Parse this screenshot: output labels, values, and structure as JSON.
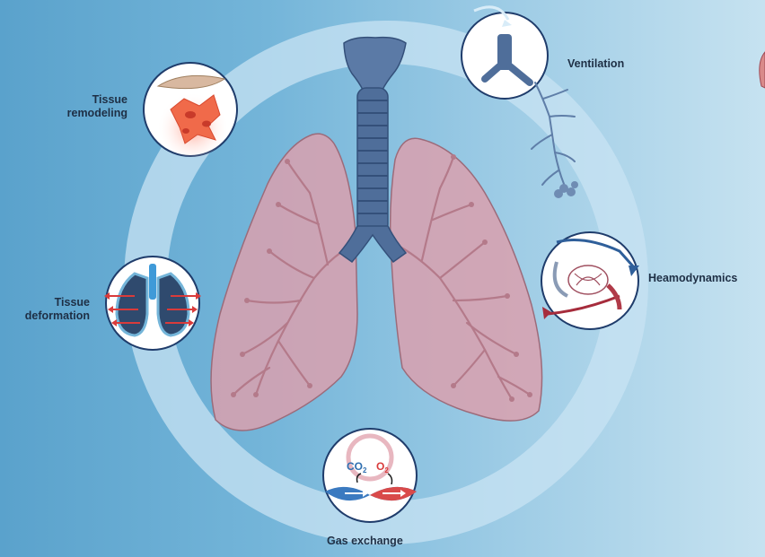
{
  "labels": {
    "ventilation": "Ventilation",
    "heamodynamics": "Heamodynamics",
    "gas_exchange": "Gas exchange",
    "tissue_deformation_1": "Tissue",
    "tissue_deformation_2": "deformation",
    "tissue_remodeling_1": "Tissue",
    "tissue_remodeling_2": "remodeling"
  },
  "gas_labels": {
    "co2": "CO",
    "co2_sub": "2",
    "o2": "O",
    "o2_sub": "2"
  },
  "icons": [
    "ventilation-icon",
    "heamodynamics-icon",
    "gas-exchange-icon",
    "tissue-deformation-icon",
    "tissue-remodeling-icon",
    "lungs-illustration",
    "trachea-illustration"
  ],
  "colors": {
    "ring": "#c8e3f3",
    "lung": "#d9a0ae",
    "trachea": "#4f6e9a",
    "co2": "#2f6fb0",
    "o2": "#d93b3b"
  }
}
